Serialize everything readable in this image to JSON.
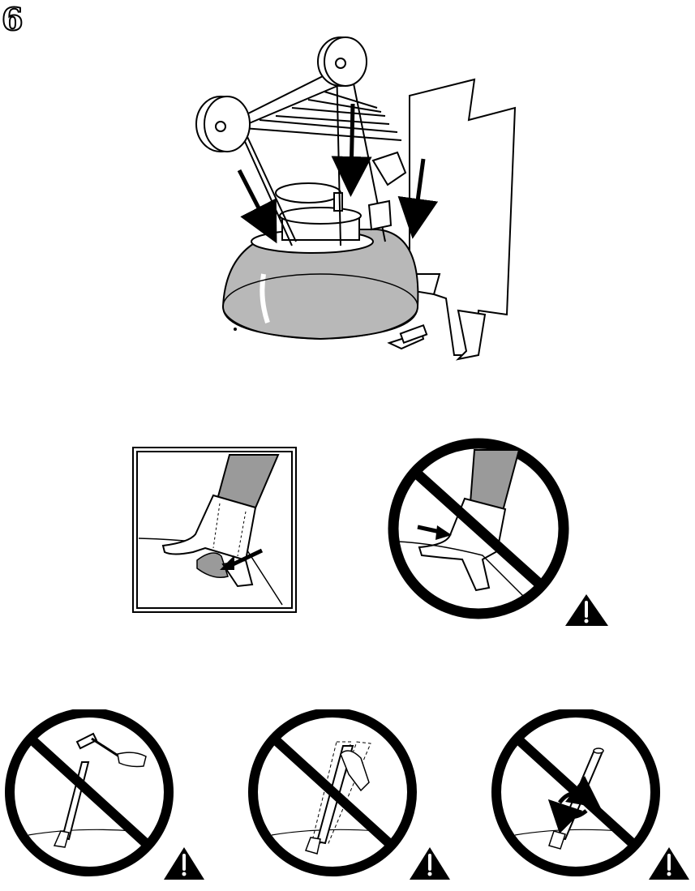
{
  "step": {
    "number": "6"
  },
  "illustrations": {
    "main": "grill-leg-assembly-illustration",
    "correct": "leg-seated-correctly-illustration",
    "wrong": "leg-not-seated-prohibited-illustration",
    "no_hammer": "do-not-hammer-leg-prohibited-illustration",
    "no_rock": "do-not-rock-leg-prohibited-illustration",
    "no_twist": "do-not-twist-leg-prohibited-illustration"
  },
  "colors": {
    "ink": "#000000",
    "bowl_fill": "#b8b8b8",
    "leg_fill": "#9a9a9a",
    "paper": "#ffffff"
  }
}
